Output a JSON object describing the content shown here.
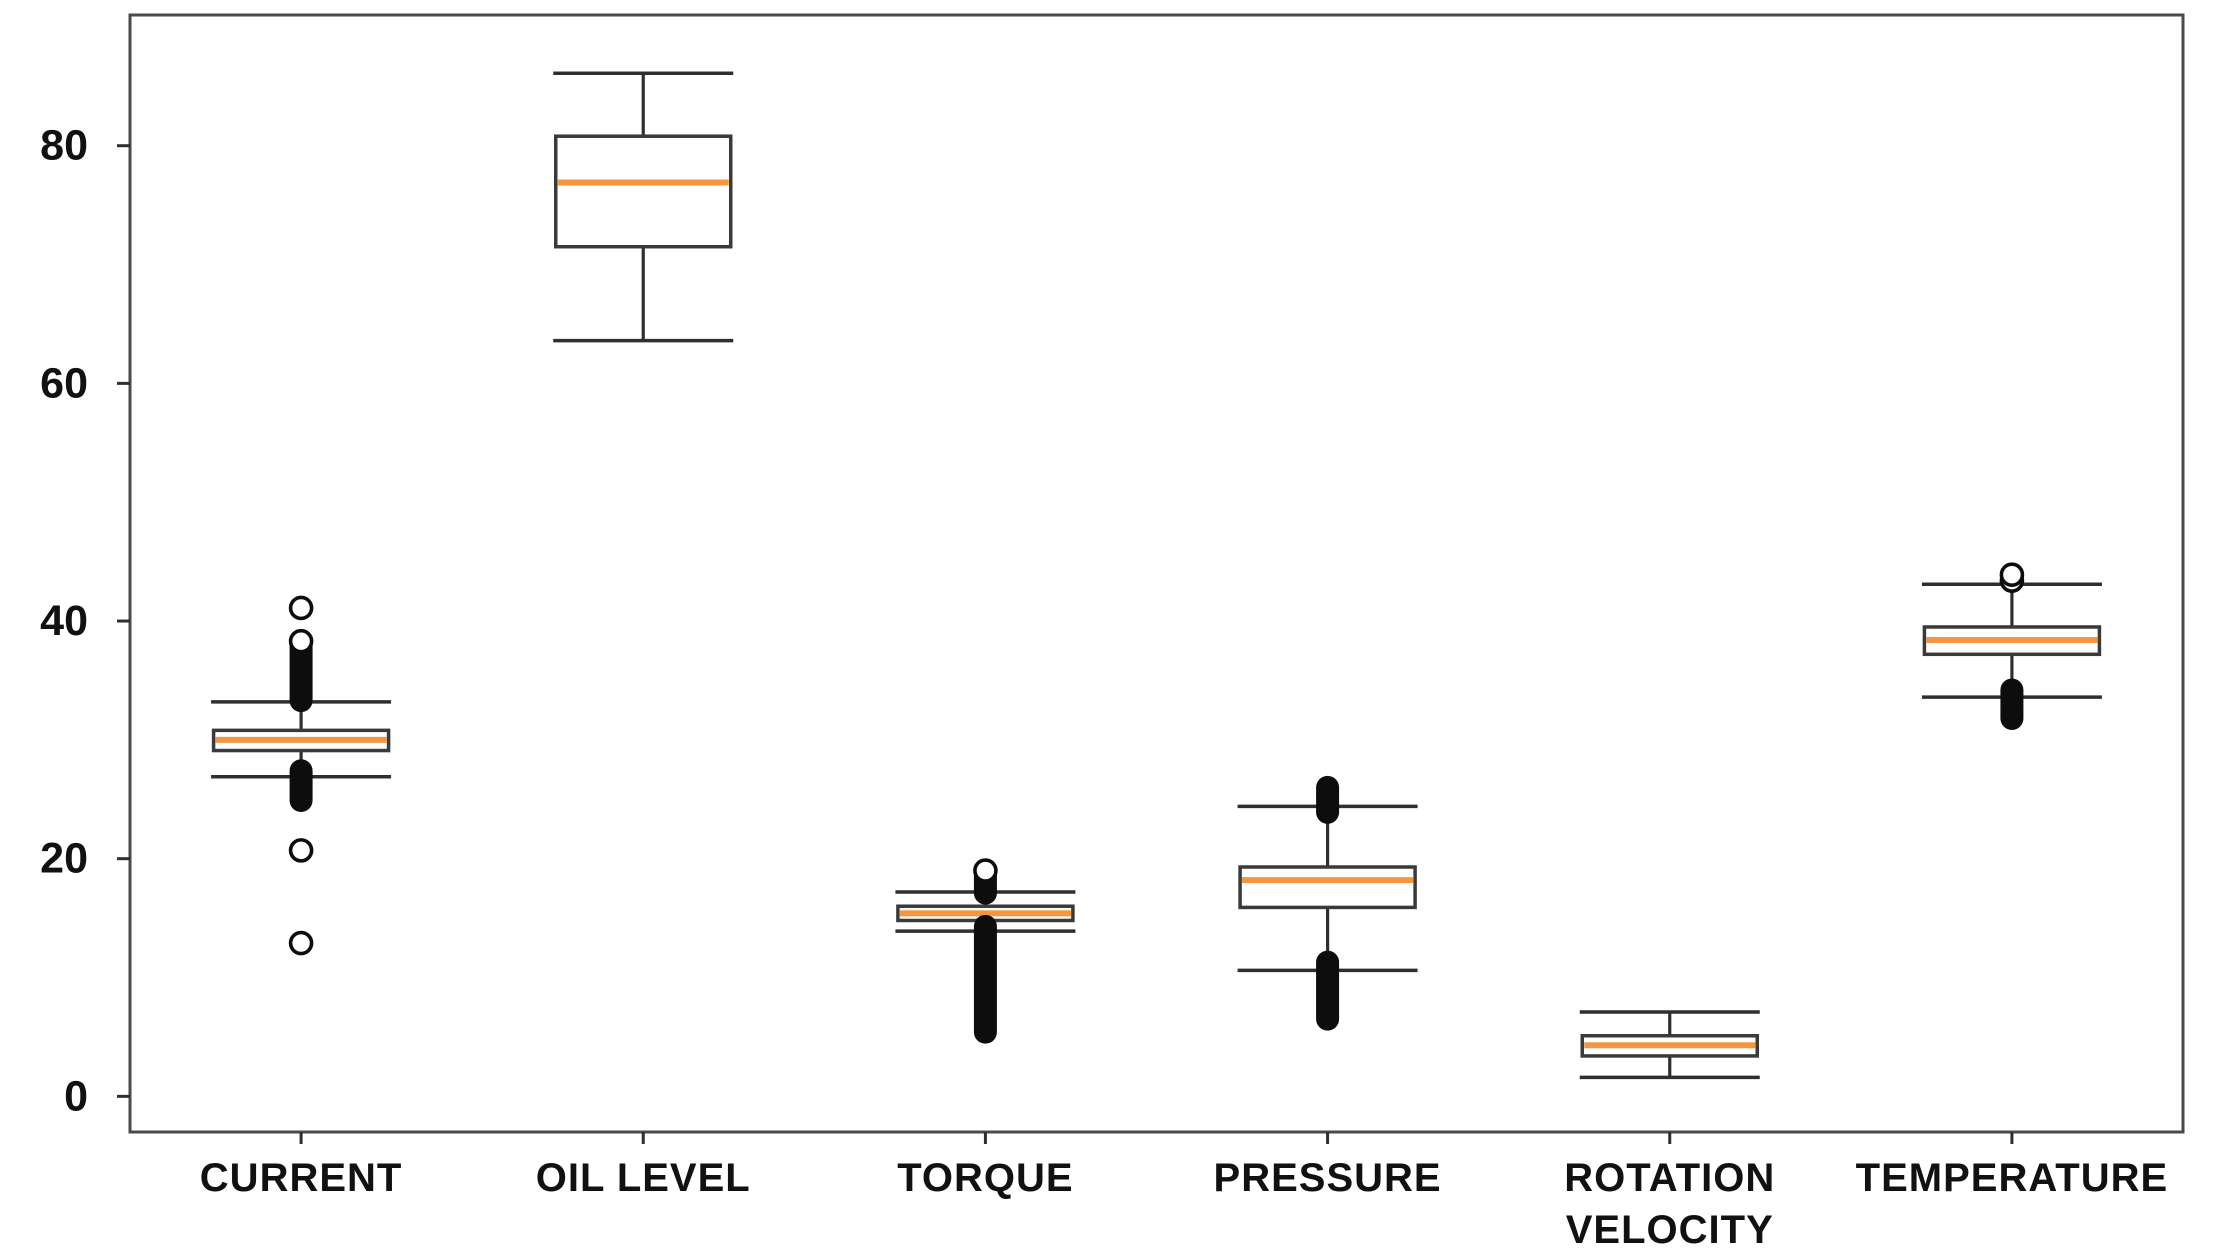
{
  "figure": {
    "background": "#ffffff"
  },
  "chart_data": {
    "type": "box",
    "title": "",
    "xlabel": "",
    "ylabel": "",
    "ylim": [
      -3,
      91
    ],
    "yticks": [
      0,
      20,
      40,
      60,
      80
    ],
    "grid": false,
    "legend": null,
    "orientation": "vertical",
    "colors": {
      "frame": "#4a4a4a",
      "box_edge": "#3a3a3a",
      "whisker": "#2f2f2f",
      "median": "#f5953f",
      "outlier_fill": "#0d0d0d",
      "tick_text": "#111111",
      "background": "#ffffff"
    },
    "categories": [
      {
        "label": "CURRENT",
        "label_lines": [
          "CURRENT"
        ],
        "whislo": 26.9,
        "q1": 29.1,
        "med": 30.0,
        "q3": 30.8,
        "whishi": 33.2,
        "outlier_clusters": [
          [
            33.3,
            38.0
          ],
          [
            24.9,
            27.4
          ]
        ],
        "outlier_circles": [
          41.1,
          38.3,
          20.7,
          12.9
        ]
      },
      {
        "label": "OIL LEVEL",
        "label_lines": [
          "OIL LEVEL"
        ],
        "whislo": 63.6,
        "q1": 71.5,
        "med": 76.9,
        "q3": 80.8,
        "whishi": 86.1,
        "outlier_clusters": [],
        "outlier_circles": []
      },
      {
        "label": "TORQUE",
        "label_lines": [
          "TORQUE"
        ],
        "whislo": 13.9,
        "q1": 14.8,
        "med": 15.4,
        "q3": 16.0,
        "whishi": 17.2,
        "outlier_clusters": [
          [
            17.1,
            18.9
          ],
          [
            5.4,
            14.3
          ]
        ],
        "outlier_circles": [
          19.0
        ]
      },
      {
        "label": "PRESSURE",
        "label_lines": [
          "PRESSURE"
        ],
        "whislo": 10.6,
        "q1": 15.9,
        "med": 18.2,
        "q3": 19.3,
        "whishi": 24.4,
        "outlier_clusters": [
          [
            23.9,
            26.0
          ],
          [
            6.5,
            11.3
          ]
        ],
        "outlier_circles": []
      },
      {
        "label": "ROTATION VELOCITY",
        "label_lines": [
          "ROTATION",
          "VELOCITY"
        ],
        "whislo": 1.6,
        "q1": 3.4,
        "med": 4.3,
        "q3": 5.1,
        "whishi": 7.1,
        "outlier_clusters": [],
        "outlier_circles": []
      },
      {
        "label": "TEMPERATURE",
        "label_lines": [
          "TEMPERATURE"
        ],
        "whislo": 33.6,
        "q1": 37.2,
        "med": 38.4,
        "q3": 39.5,
        "whishi": 43.1,
        "outlier_clusters": [
          [
            31.8,
            34.2
          ]
        ],
        "outlier_circles": [
          43.4,
          43.9
        ]
      }
    ]
  }
}
